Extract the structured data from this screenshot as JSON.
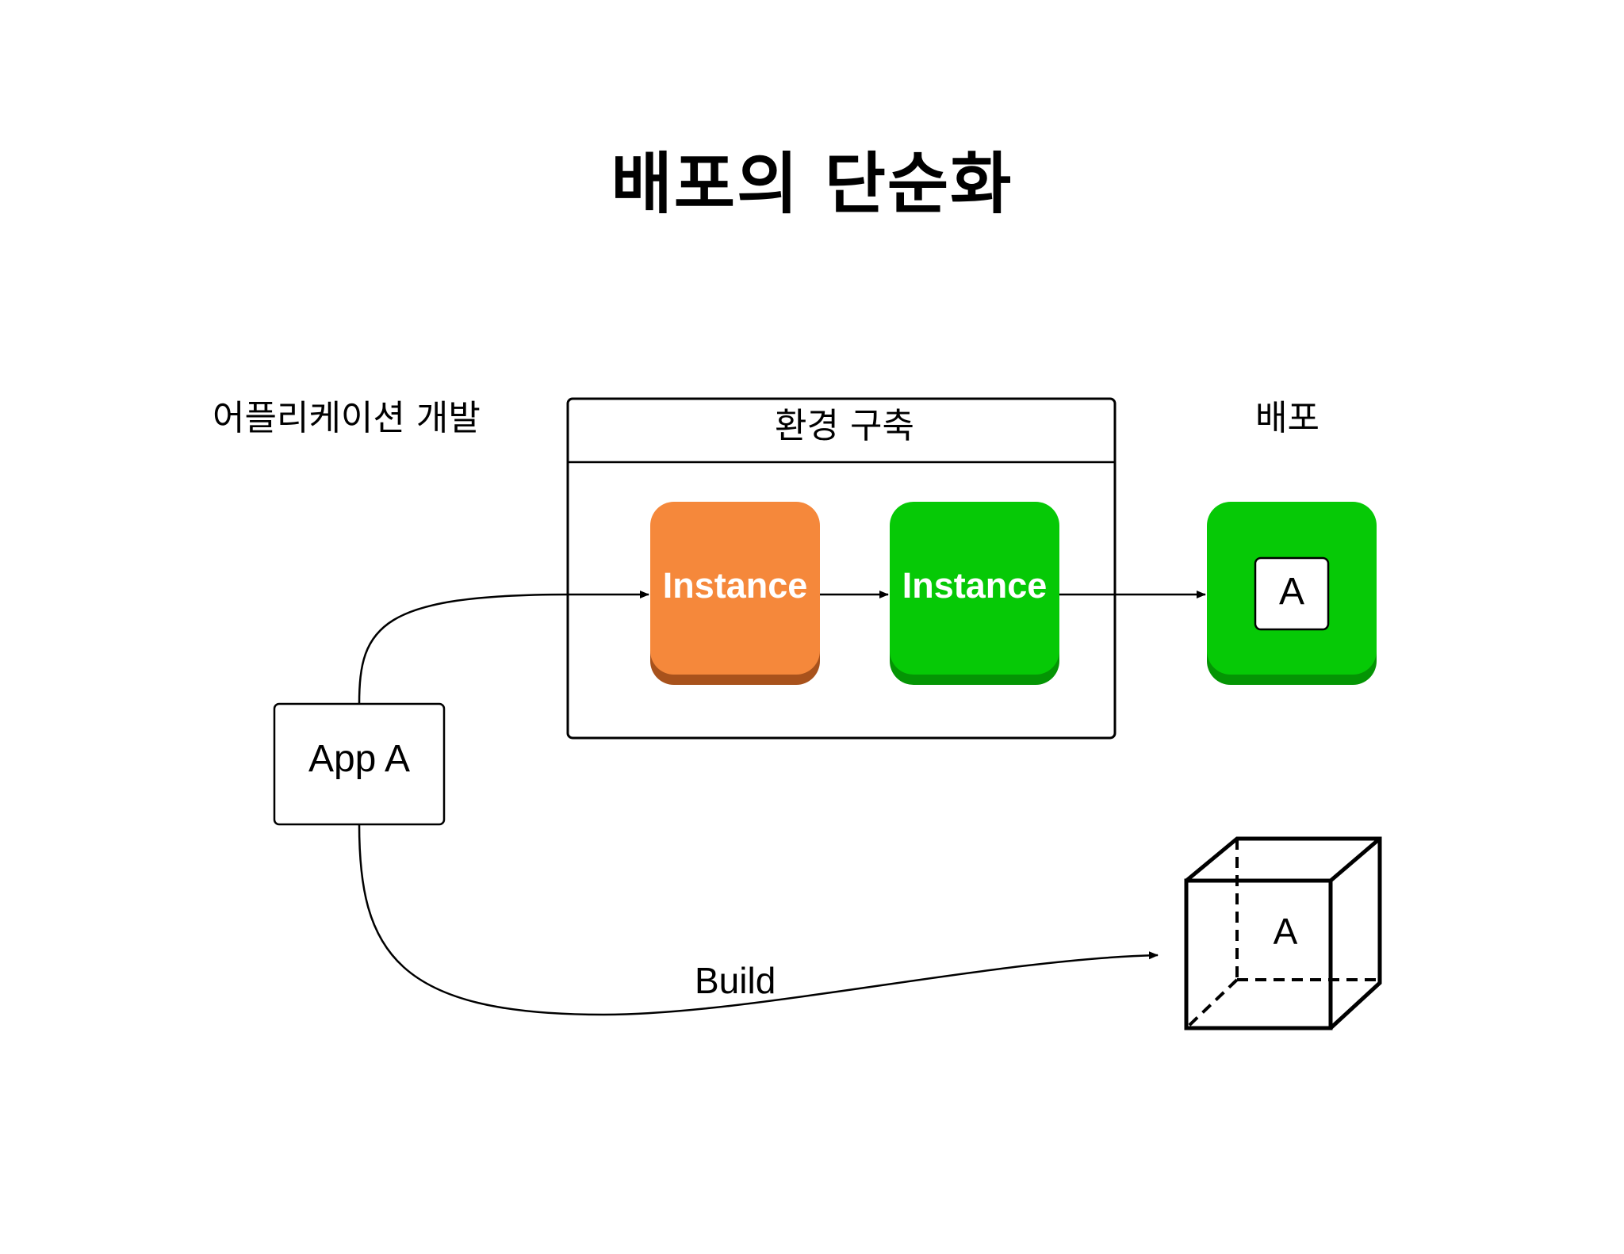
{
  "title": "배포의 단순화",
  "labels": {
    "development": "어플리케이션 개발",
    "environment": "환경 구축",
    "deploy": "배포"
  },
  "nodes": {
    "app": "App A",
    "instance_1": "Instance",
    "instance_2": "Instance",
    "deployed_app": "A",
    "image_app": "A"
  },
  "edges": {
    "build": "Build"
  },
  "colors": {
    "instance_orange": "#f5883b",
    "instance_orange_shadow": "#a8521c",
    "instance_green": "#06c906",
    "instance_green_shadow": "#049504",
    "line": "#000000"
  },
  "icons": [
    "cube-icon",
    "arrow-icon"
  ]
}
